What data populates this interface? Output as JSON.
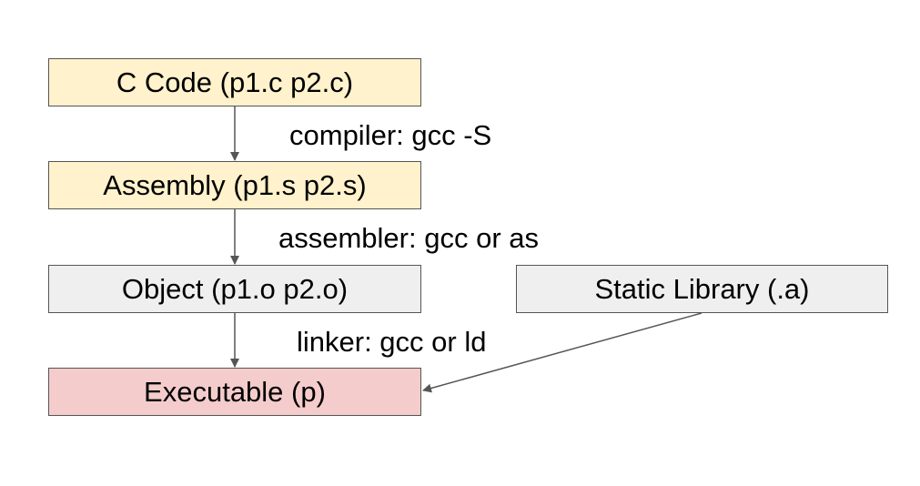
{
  "nodes": {
    "c_code": {
      "label": "C Code (p1.c p2.c)",
      "fill": "#fff2cc"
    },
    "assembly": {
      "label": "Assembly (p1.s p2.s)",
      "fill": "#fff2cc"
    },
    "object": {
      "label": "Object (p1.o p2.o)",
      "fill": "#efefef"
    },
    "static_library": {
      "label": "Static Library (.a)",
      "fill": "#efefef"
    },
    "executable": {
      "label": "Executable (p)",
      "fill": "#f4cccc"
    }
  },
  "edges": {
    "compiler": {
      "label": "compiler: gcc -S"
    },
    "assembler": {
      "label": "assembler: gcc or as"
    },
    "linker": {
      "label": "linker: gcc or ld"
    }
  },
  "colors": {
    "border": "#555555",
    "arrow": "#555555"
  }
}
